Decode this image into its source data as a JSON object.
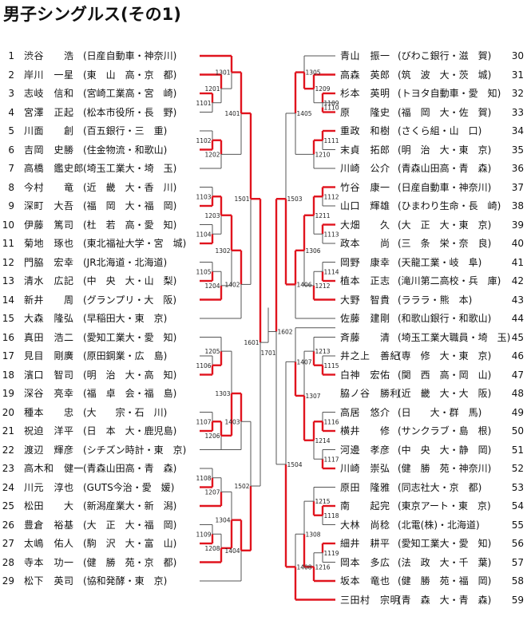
{
  "title": "男子シングルス(その1)",
  "left_players": [
    {
      "no": "1",
      "name": "渋谷　　浩",
      "aff": "(日産自動車・神奈川)"
    },
    {
      "no": "2",
      "name": "岸川　一星",
      "aff": "(東　山　高・京　都)"
    },
    {
      "no": "3",
      "name": "志岐　信和",
      "aff": "(宮崎工業高・宮　崎)"
    },
    {
      "no": "4",
      "name": "宮澤　正起",
      "aff": "(松本市役所・長　野)"
    },
    {
      "no": "5",
      "name": "川面　　創",
      "aff": "(百五銀行・三　重)"
    },
    {
      "no": "6",
      "name": "吉岡　史勝",
      "aff": "(住金物流・和歌山)"
    },
    {
      "no": "7",
      "name": "高橋　鑑史郎",
      "aff": "(埼玉工業大・埼　玉)"
    },
    {
      "no": "8",
      "name": "今村　　竜",
      "aff": "(近　畿　大・香　川)"
    },
    {
      "no": "9",
      "name": "深町　大吾",
      "aff": "(福　岡　大・福　岡)"
    },
    {
      "no": "10",
      "name": "伊藤　篤司",
      "aff": "(杜　若　高・愛　知)"
    },
    {
      "no": "11",
      "name": "菊地　琢也",
      "aff": "(東北福祉大学・宮　城)"
    },
    {
      "no": "12",
      "name": "門脇　宏幸",
      "aff": "(JR北海道・北海道)"
    },
    {
      "no": "13",
      "name": "清水　広記",
      "aff": "(中　央　大・山　梨)"
    },
    {
      "no": "14",
      "name": "新井　　周",
      "aff": "(グランプリ・大　阪)"
    },
    {
      "no": "15",
      "name": "大森　隆弘",
      "aff": "(早稲田大・東　京)"
    },
    {
      "no": "16",
      "name": "真田　浩二",
      "aff": "(愛知工業大・愛　知)"
    },
    {
      "no": "17",
      "name": "見目　剛廣",
      "aff": "(原田鋼業・広　島)"
    },
    {
      "no": "18",
      "name": "濱口　智司",
      "aff": "(明　治　大・高　知)"
    },
    {
      "no": "19",
      "name": "深谷　亮幸",
      "aff": "(福　卓　会・福　島)"
    },
    {
      "no": "20",
      "name": "種本　　忠",
      "aff": "(大　　宗・石　川)"
    },
    {
      "no": "21",
      "name": "祝迫　洋平",
      "aff": "(日　本　大・鹿児島)"
    },
    {
      "no": "22",
      "name": "渡辺　輝彦",
      "aff": "(シチズン時計・東　京)"
    },
    {
      "no": "23",
      "name": "高木和　健一",
      "aff": "(青森山田高・青　森)"
    },
    {
      "no": "24",
      "name": "川元　淳也",
      "aff": "(GUTS今治・愛　媛)"
    },
    {
      "no": "25",
      "name": "松田　　大",
      "aff": "(新潟産業大・新　潟)"
    },
    {
      "no": "26",
      "name": "豊倉　裕基",
      "aff": "(大　正　大・福　岡)"
    },
    {
      "no": "27",
      "name": "太嶋　佑人",
      "aff": "(駒　沢　大・富　山)"
    },
    {
      "no": "28",
      "name": "寺本　功一",
      "aff": "(健　勝　苑・京　都)"
    },
    {
      "no": "29",
      "name": "松下　英司",
      "aff": "(協和発酵・東　京)"
    }
  ],
  "right_players": [
    {
      "no": "30",
      "name": "青山　振一",
      "aff": "(びわこ銀行・滋　賀)"
    },
    {
      "no": "31",
      "name": "高森　英郎",
      "aff": "(筑　波　大・茨　城)"
    },
    {
      "no": "32",
      "name": "杉本　英明",
      "aff": "(トヨタ自動車・愛　知)"
    },
    {
      "no": "33",
      "name": "原　　隆史",
      "aff": "(福　岡　大・佐　賀)"
    },
    {
      "no": "34",
      "name": "重政　和樹",
      "aff": "(さくら組・山　口)"
    },
    {
      "no": "35",
      "name": "末貞　拓郎",
      "aff": "(明　治　大・東　京)"
    },
    {
      "no": "36",
      "name": "川崎　公介",
      "aff": "(青森山田高・青　森)"
    },
    {
      "no": "37",
      "name": "竹谷　康一",
      "aff": "(日産自動車・神奈川)"
    },
    {
      "no": "38",
      "name": "山口　輝雄",
      "aff": "(ひまわり生命・長　崎)"
    },
    {
      "no": "39",
      "name": "大畑　　久",
      "aff": "(大　正　大・東　京)"
    },
    {
      "no": "40",
      "name": "政本　　尚",
      "aff": "(三　条　栄・奈　良)"
    },
    {
      "no": "41",
      "name": "岡野　康幸",
      "aff": "(天龍工業・岐　阜)"
    },
    {
      "no": "42",
      "name": "植本　正志",
      "aff": "(滝川第二高校・兵　庫)"
    },
    {
      "no": "43",
      "name": "大野　智貴",
      "aff": "(ラララ・熊　本)"
    },
    {
      "no": "44",
      "name": "佐藤　建剛",
      "aff": "(和歌山銀行・和歌山)"
    },
    {
      "no": "45",
      "name": "斉藤　　清",
      "aff": "(埼玉工業大職員・埼　玉)"
    },
    {
      "no": "46",
      "name": "井之上　善紀",
      "aff": "(専　修　大・東　京)"
    },
    {
      "no": "47",
      "name": "白神　宏佑",
      "aff": "(関　西　高・岡　山)"
    },
    {
      "no": "48",
      "name": "脇ノ谷　勝利",
      "aff": "(近　畿　大・大　阪)"
    },
    {
      "no": "49",
      "name": "高居　悠介",
      "aff": "(日　　大・群　馬)"
    },
    {
      "no": "50",
      "name": "横井　　修",
      "aff": "(サンクラブ・島　根)"
    },
    {
      "no": "51",
      "name": "河邊　孝彦",
      "aff": "(中　央　大・静　岡)"
    },
    {
      "no": "52",
      "name": "川崎　崇弘",
      "aff": "(健　勝　苑・神奈川)"
    },
    {
      "no": "53",
      "name": "原田　隆雅",
      "aff": "(同志社大・京　都)"
    },
    {
      "no": "54",
      "name": "南　　起完",
      "aff": "(東京アート・東　京)"
    },
    {
      "no": "55",
      "name": "大林　尚稔",
      "aff": "(北電(株)・北海道)"
    },
    {
      "no": "56",
      "name": "細井　耕平",
      "aff": "(愛知工業大・愛　知)"
    },
    {
      "no": "57",
      "name": "岡本　多広",
      "aff": "(法　政　大・千　葉)"
    },
    {
      "no": "58",
      "name": "坂本　竜也",
      "aff": "(健　勝　苑・福　岡)"
    },
    {
      "no": "59",
      "name": "三田村　宗明",
      "aff": "(青　森　大・青　森)"
    }
  ],
  "match_labels": [
    "1101",
    "1102",
    "1103",
    "1104",
    "1105",
    "1106",
    "1107",
    "1108",
    "1109",
    "1110",
    "1111",
    "1112",
    "1113",
    "1114",
    "1115",
    "1116",
    "1117",
    "1118",
    "1119",
    "1201",
    "1202",
    "1203",
    "1204",
    "1205",
    "1206",
    "1207",
    "1208",
    "1209",
    "1210",
    "1211",
    "1212",
    "1213",
    "1214",
    "1215",
    "1216",
    "1301",
    "1302",
    "1303",
    "1304",
    "1305",
    "1306",
    "1307",
    "1308",
    "1401",
    "1402",
    "1403",
    "1404",
    "1405",
    "1406",
    "1407",
    "1408",
    "1501",
    "1502",
    "1503",
    "1504",
    "1601",
    "1602",
    "1701"
  ]
}
